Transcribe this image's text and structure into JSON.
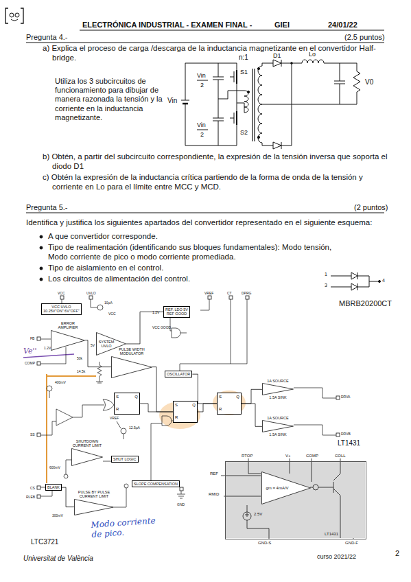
{
  "diagram": {
    "title": "ELECTRÓNICA INDUSTRIAL - EXAMEN FINAL -",
    "nodes": [
      {
        "text": [
          "VCC UVLO",
          "10.25V\"ON\" 6V\"OFF\""
        ]
      },
      {
        "text": [
          "ERROR AMPLIFIER"
        ]
      },
      {
        "text": [
          "SYSTEM UVLO"
        ]
      },
      {
        "text": [
          "REF. LDO 5V",
          "REF GOOD"
        ]
      },
      {
        "text": [
          "PULSE WIDTH MODULATOR"
        ]
      },
      {
        "text": [
          "OSCILLATOR"
        ]
      },
      {
        "text": [
          "S",
          "R",
          "Q"
        ]
      },
      {
        "text": [
          "S",
          "R",
          "Q"
        ]
      },
      {
        "text": [
          "S",
          "R",
          "Q"
        ]
      },
      {
        "text": [
          "SHUTDOWN CURRENT LIMIT"
        ]
      },
      {
        "text": [
          "SHUT LOGIC"
        ]
      },
      {
        "text": [
          "SLOPE COMPENSATION"
        ]
      },
      {
        "text": [
          "PULSE BY PULSE CURRENT LIMIT"
        ]
      },
      {
        "text": [
          "BLANK"
        ]
      },
      {
        "text": [
          "1A SOURCE",
          "1.5A SINK"
        ]
      },
      {
        "text": [
          "1A SOURCE",
          "1.5A SINK"
        ]
      },
      {
        "text": [
          "LT1431"
        ]
      },
      {
        "text": [
          "gm = 4mA/V"
        ],
        "in": 16
      }
    ],
    "edges": [
      {
        "from": 1,
        "to": 4,
        "arrow": "none"
      },
      {
        "from": 4,
        "to": 7,
        "arrow": "none"
      },
      {
        "from": 5,
        "to": 8,
        "arrow": "none"
      },
      {
        "from": 7,
        "to": 8,
        "arrow": "none"
      },
      {
        "from": 8,
        "to": 14,
        "arrow": "none"
      },
      {
        "from": 8,
        "to": 15,
        "arrow": "none"
      },
      {
        "from": 13,
        "to": 12,
        "arrow": "none"
      },
      {
        "from": 6,
        "to": 7,
        "arrow": "none"
      },
      {
        "from": 2,
        "to": 3,
        "arrow": "none"
      }
    ],
    "labels": [
      "GIEI",
      "24/01/22",
      "Pregunta 4.-",
      "(2.5 puntos)",
      "a) Explica el proceso de carga /descarga de la inductancia magnetizante en el convertidor Half-bridge.",
      "Utiliza los 3 subcircuitos de funcionamiento para dibujar de manera razonada la tensión y la corriente en la inductancia magnetizante.",
      "n:1",
      "D1",
      "Lo",
      "S1",
      "S2",
      "Vin",
      "Vin",
      "2",
      "Vin",
      "2",
      "V0",
      "b) Obtén, a partir del subcircuito correspondiente, la expresión de la tensión inversa que soporta el diodo D1",
      "c) Obtén la expresión de la inductancia crítica partiendo de la forma de onda de la tensión y corriente en Lo para el límite entre MCC y MCD.",
      "Pregunta 5.-",
      "(2 puntos)",
      "Identifica y justifica los siguientes apartados del convertidor representado en el siguiente esquema:",
      "A que convertidor corresponde.",
      "Tipo de realimentación (identificando sus bloques fundamentales): Modo tensión, Modo corriente de pico o modo corriente promediada.",
      "Tipo de aislamiento en el control.",
      "Los circuitos de alimentación del control.",
      "1",
      "3",
      "4",
      "MBRB20200CT",
      "VCC",
      "UVLO",
      "VREF",
      "CT",
      "DPRG",
      "FB",
      "COMP",
      "SS",
      "CS",
      "RLEB",
      "10µA",
      "VCC",
      "1.2V",
      "1.2V",
      "5V",
      "VCC GOOD",
      "50k",
      "14.5k",
      "400mV",
      "VREF",
      "12.5µA",
      "600mV",
      "300mV",
      "GND",
      "LTC3721",
      "DRVA",
      "DRVB",
      "LT1431",
      "RTOP",
      "V+",
      "COMP",
      "COLL",
      "REF",
      "RMID",
      "2.5V",
      "GND-S",
      "GND-F",
      "Ve''",
      "Modo corriente de pico.",
      "Universitat de València",
      "curso 2021/22",
      "2"
    ]
  }
}
